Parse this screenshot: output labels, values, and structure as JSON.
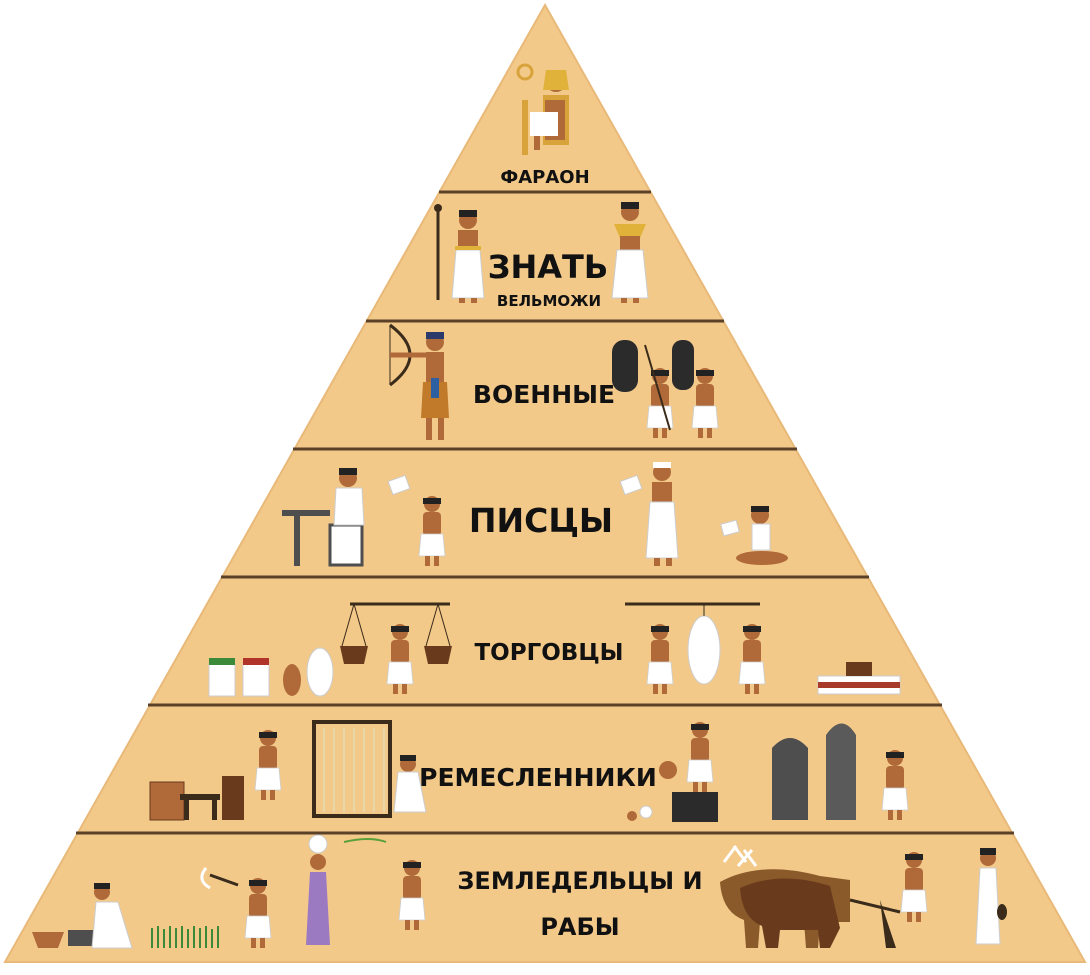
{
  "tiers": [
    {
      "id": "pharaoh",
      "label": "ФАРАОН",
      "sublabel": ""
    },
    {
      "id": "nobility",
      "label": "ЗНАТЬ",
      "sublabel": "ВЕЛЬМОЖИ"
    },
    {
      "id": "military",
      "label": "ВОЕННЫЕ",
      "sublabel": ""
    },
    {
      "id": "scribes",
      "label": "ПИСЦЫ",
      "sublabel": ""
    },
    {
      "id": "merchants",
      "label": "ТОРГОВЦЫ",
      "sublabel": ""
    },
    {
      "id": "artisans",
      "label": "РЕМЕСЛЕННИКИ",
      "sublabel": ""
    },
    {
      "id": "farmers",
      "label": "ЗЕМЛЕДЕЛЬЦЫ И",
      "sublabel": "РАБЫ"
    }
  ],
  "colors": {
    "pyramid_fill": "#f3c98a",
    "divider": "#5b4128",
    "skin": "#b06a3a",
    "linen": "#ffffff",
    "gold": "#e0b23a",
    "turquoise": "#2e8f8a",
    "wood": "#7a4a24",
    "stone": "#4e4e4e"
  }
}
